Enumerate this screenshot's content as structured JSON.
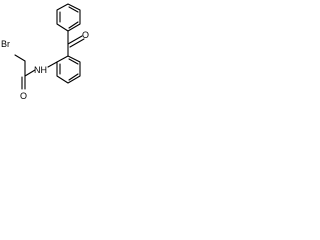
{
  "molecule": {
    "atoms": {
      "oxygen_top": "O",
      "nitrogen_hydrogen": "NH",
      "bromine": "Br",
      "oxygen_bottom": "O"
    },
    "colors": {
      "bond": "#000000",
      "label": "#000000",
      "background": "#ffffff"
    }
  }
}
